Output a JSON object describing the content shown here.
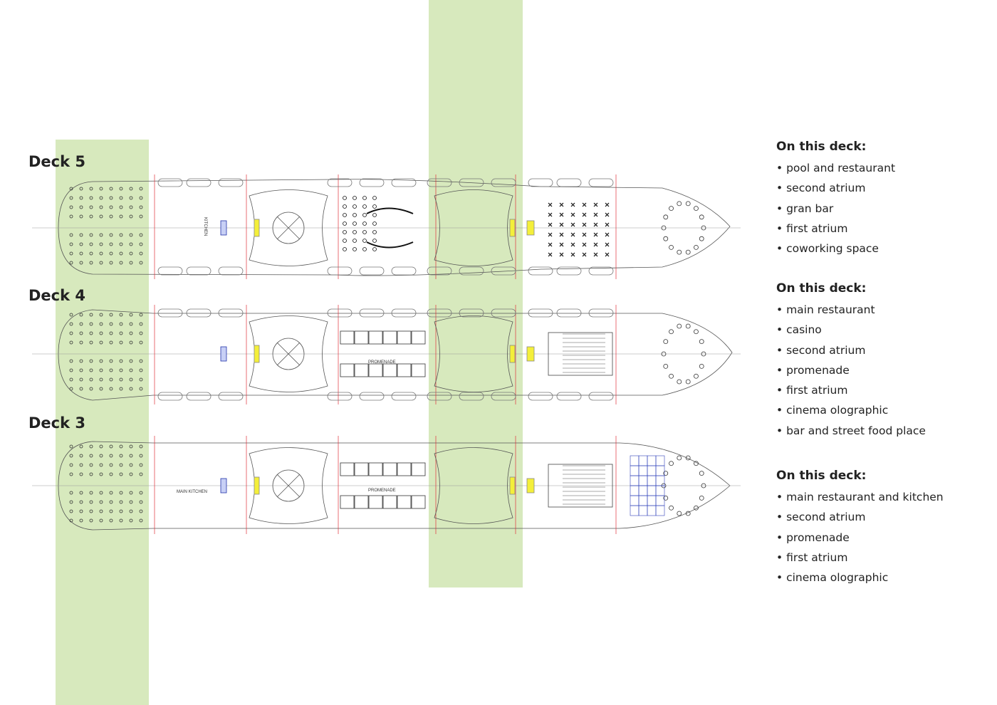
{
  "highlight_color": "#d7e9bd",
  "section_line_color": "#e0323c",
  "decks": [
    {
      "title": "Deck 5",
      "plan_labels": {
        "kitchen": "KITCHEN"
      },
      "legend_heading": "On this deck:",
      "items": [
        "pool and restaurant",
        "second atrium",
        "gran bar",
        "first atrium",
        "coworking space"
      ]
    },
    {
      "title": "Deck 4",
      "plan_labels": {
        "promenade": "PROMENADE"
      },
      "legend_heading": "On this deck:",
      "items": [
        "main restaurant",
        "casino",
        "second atrium",
        "promenade",
        "first atrium",
        "cinema olographic",
        "bar and street food place"
      ]
    },
    {
      "title": "Deck 3",
      "plan_labels": {
        "kitchen": "MAIN KITCHEN",
        "promenade": "PROMENADE"
      },
      "legend_heading": "On this deck:",
      "items": [
        "main restaurant and kitchen",
        "second atrium",
        "promenade",
        "first atrium",
        "cinema olographic"
      ]
    }
  ]
}
